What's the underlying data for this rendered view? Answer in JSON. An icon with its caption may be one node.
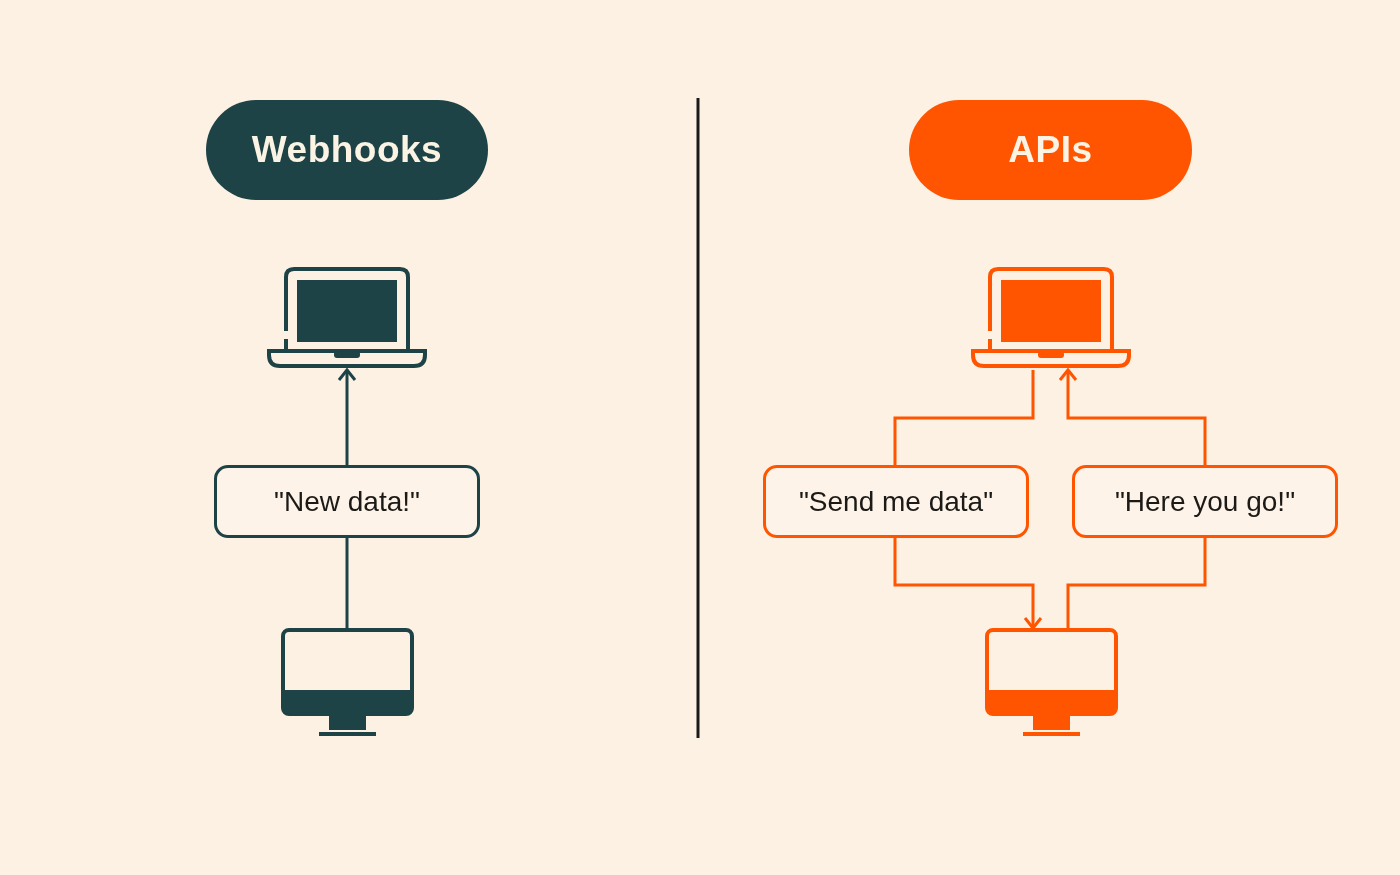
{
  "diagram": {
    "nodes": [
      {
        "text": [
          "Webhooks"
        ]
      },
      {
        "text": [
          "APIs"
        ]
      },
      {
        "text": [],
        "shape": "laptop"
      },
      {
        "text": [
          "\"New data!\""
        ]
      },
      {
        "text": [],
        "shape": "monitor"
      },
      {
        "text": [],
        "shape": "laptop"
      },
      {
        "text": [
          "\"Send me data\""
        ]
      },
      {
        "text": [
          "\"Here you go!\""
        ]
      },
      {
        "text": [],
        "shape": "monitor"
      }
    ],
    "edges": [
      {
        "from": 4,
        "to": 3,
        "arrow": "none",
        "color": "#1d4347"
      },
      {
        "from": 3,
        "to": 2,
        "arrow": "to",
        "color": "#1d4347"
      },
      {
        "from": 5,
        "to": 6,
        "arrow": "none"
      },
      {
        "from": 6,
        "to": 8,
        "arrow": "to"
      },
      {
        "from": 8,
        "to": 7,
        "arrow": "none"
      },
      {
        "from": 7,
        "to": 5,
        "arrow": "to"
      }
    ]
  }
}
